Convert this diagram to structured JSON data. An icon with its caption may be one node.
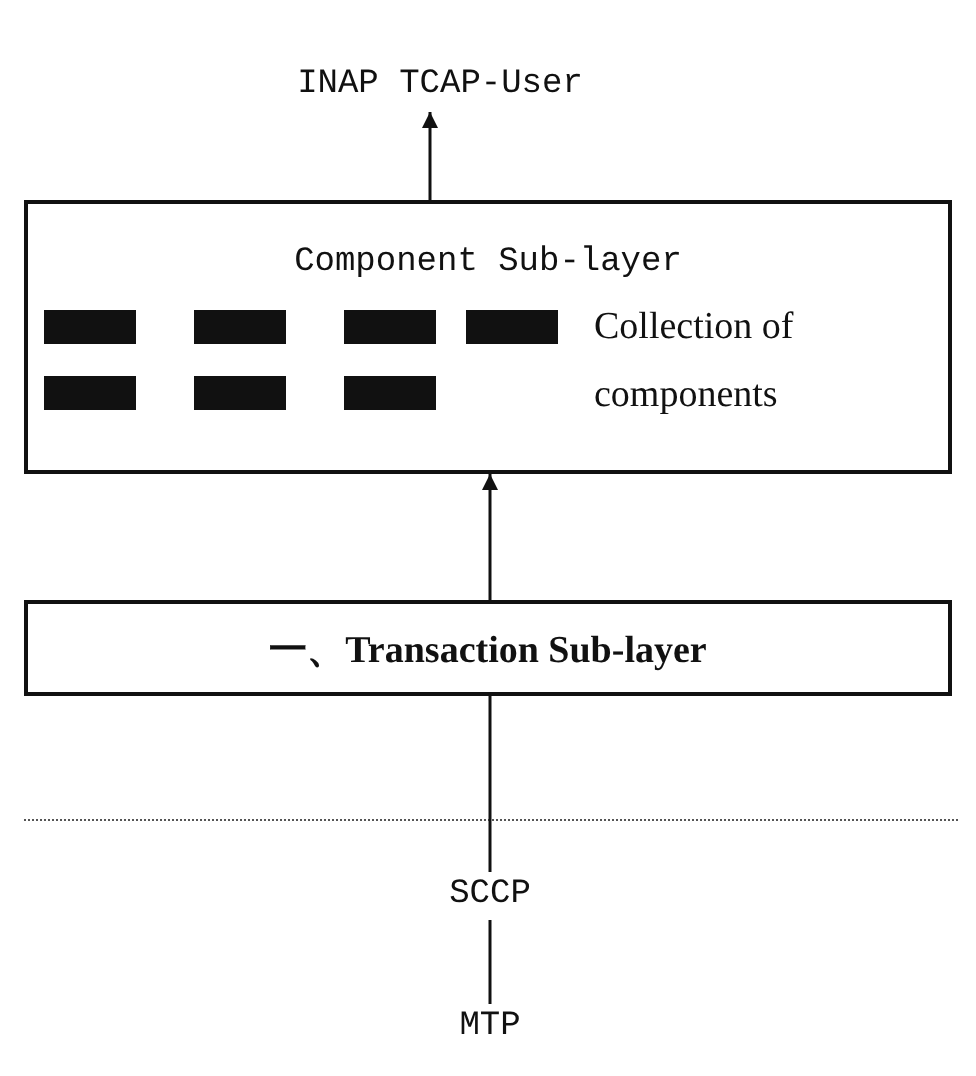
{
  "diagram": {
    "nodes": [
      {
        "text": [
          "INAP TCAP-User"
        ]
      },
      {
        "text": [
          "Component Sub-layer",
          "Collection of components"
        ]
      },
      {
        "text": [],
        "shape": "bar",
        "in": 1
      },
      {
        "text": [],
        "shape": "bar",
        "in": 1
      },
      {
        "text": [],
        "shape": "bar",
        "in": 1
      },
      {
        "text": [],
        "shape": "bar",
        "in": 1
      },
      {
        "text": [],
        "shape": "bar",
        "in": 1
      },
      {
        "text": [],
        "shape": "bar",
        "in": 1
      },
      {
        "text": [],
        "shape": "bar",
        "in": 1
      },
      {
        "text": [
          "一、Transaction Sub-layer"
        ]
      },
      {
        "text": [
          "SCCP"
        ]
      },
      {
        "text": [
          "MTP"
        ]
      }
    ],
    "edges": [
      {
        "from": 1,
        "to": 0,
        "arrow": "to"
      },
      {
        "from": 9,
        "to": 1,
        "arrow": "to"
      },
      {
        "from": 10,
        "to": 9,
        "arrow": "none"
      },
      {
        "from": 11,
        "to": 10,
        "arrow": "none"
      }
    ]
  }
}
